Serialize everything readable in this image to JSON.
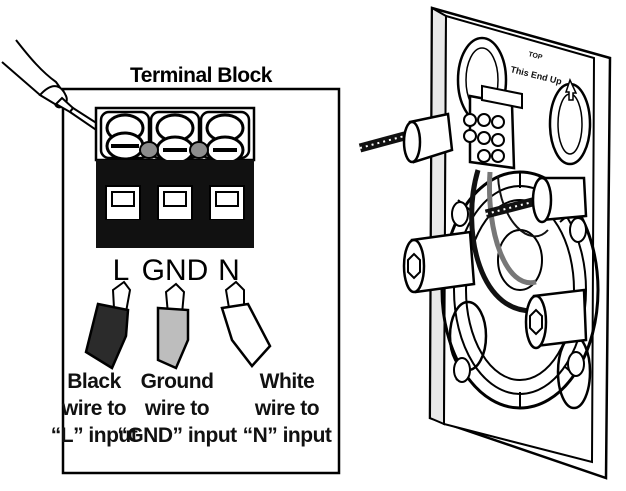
{
  "terminal_block": {
    "title": "Terminal Block",
    "terminals": [
      "L",
      "GND",
      "N"
    ],
    "wires": [
      {
        "lines": [
          "Black",
          "wire to",
          "“L” input"
        ],
        "color": "#2b2b2b"
      },
      {
        "lines": [
          "Ground",
          "wire to",
          "“GND” input"
        ],
        "color": "#bdbdbd"
      },
      {
        "lines": [
          "White",
          "wire to",
          "“N” input"
        ],
        "color": "#ffffff"
      }
    ]
  },
  "plate": {
    "small_label": "TOP",
    "up_label": "This End Up",
    "up_arrow": "up-arrow-icon"
  }
}
